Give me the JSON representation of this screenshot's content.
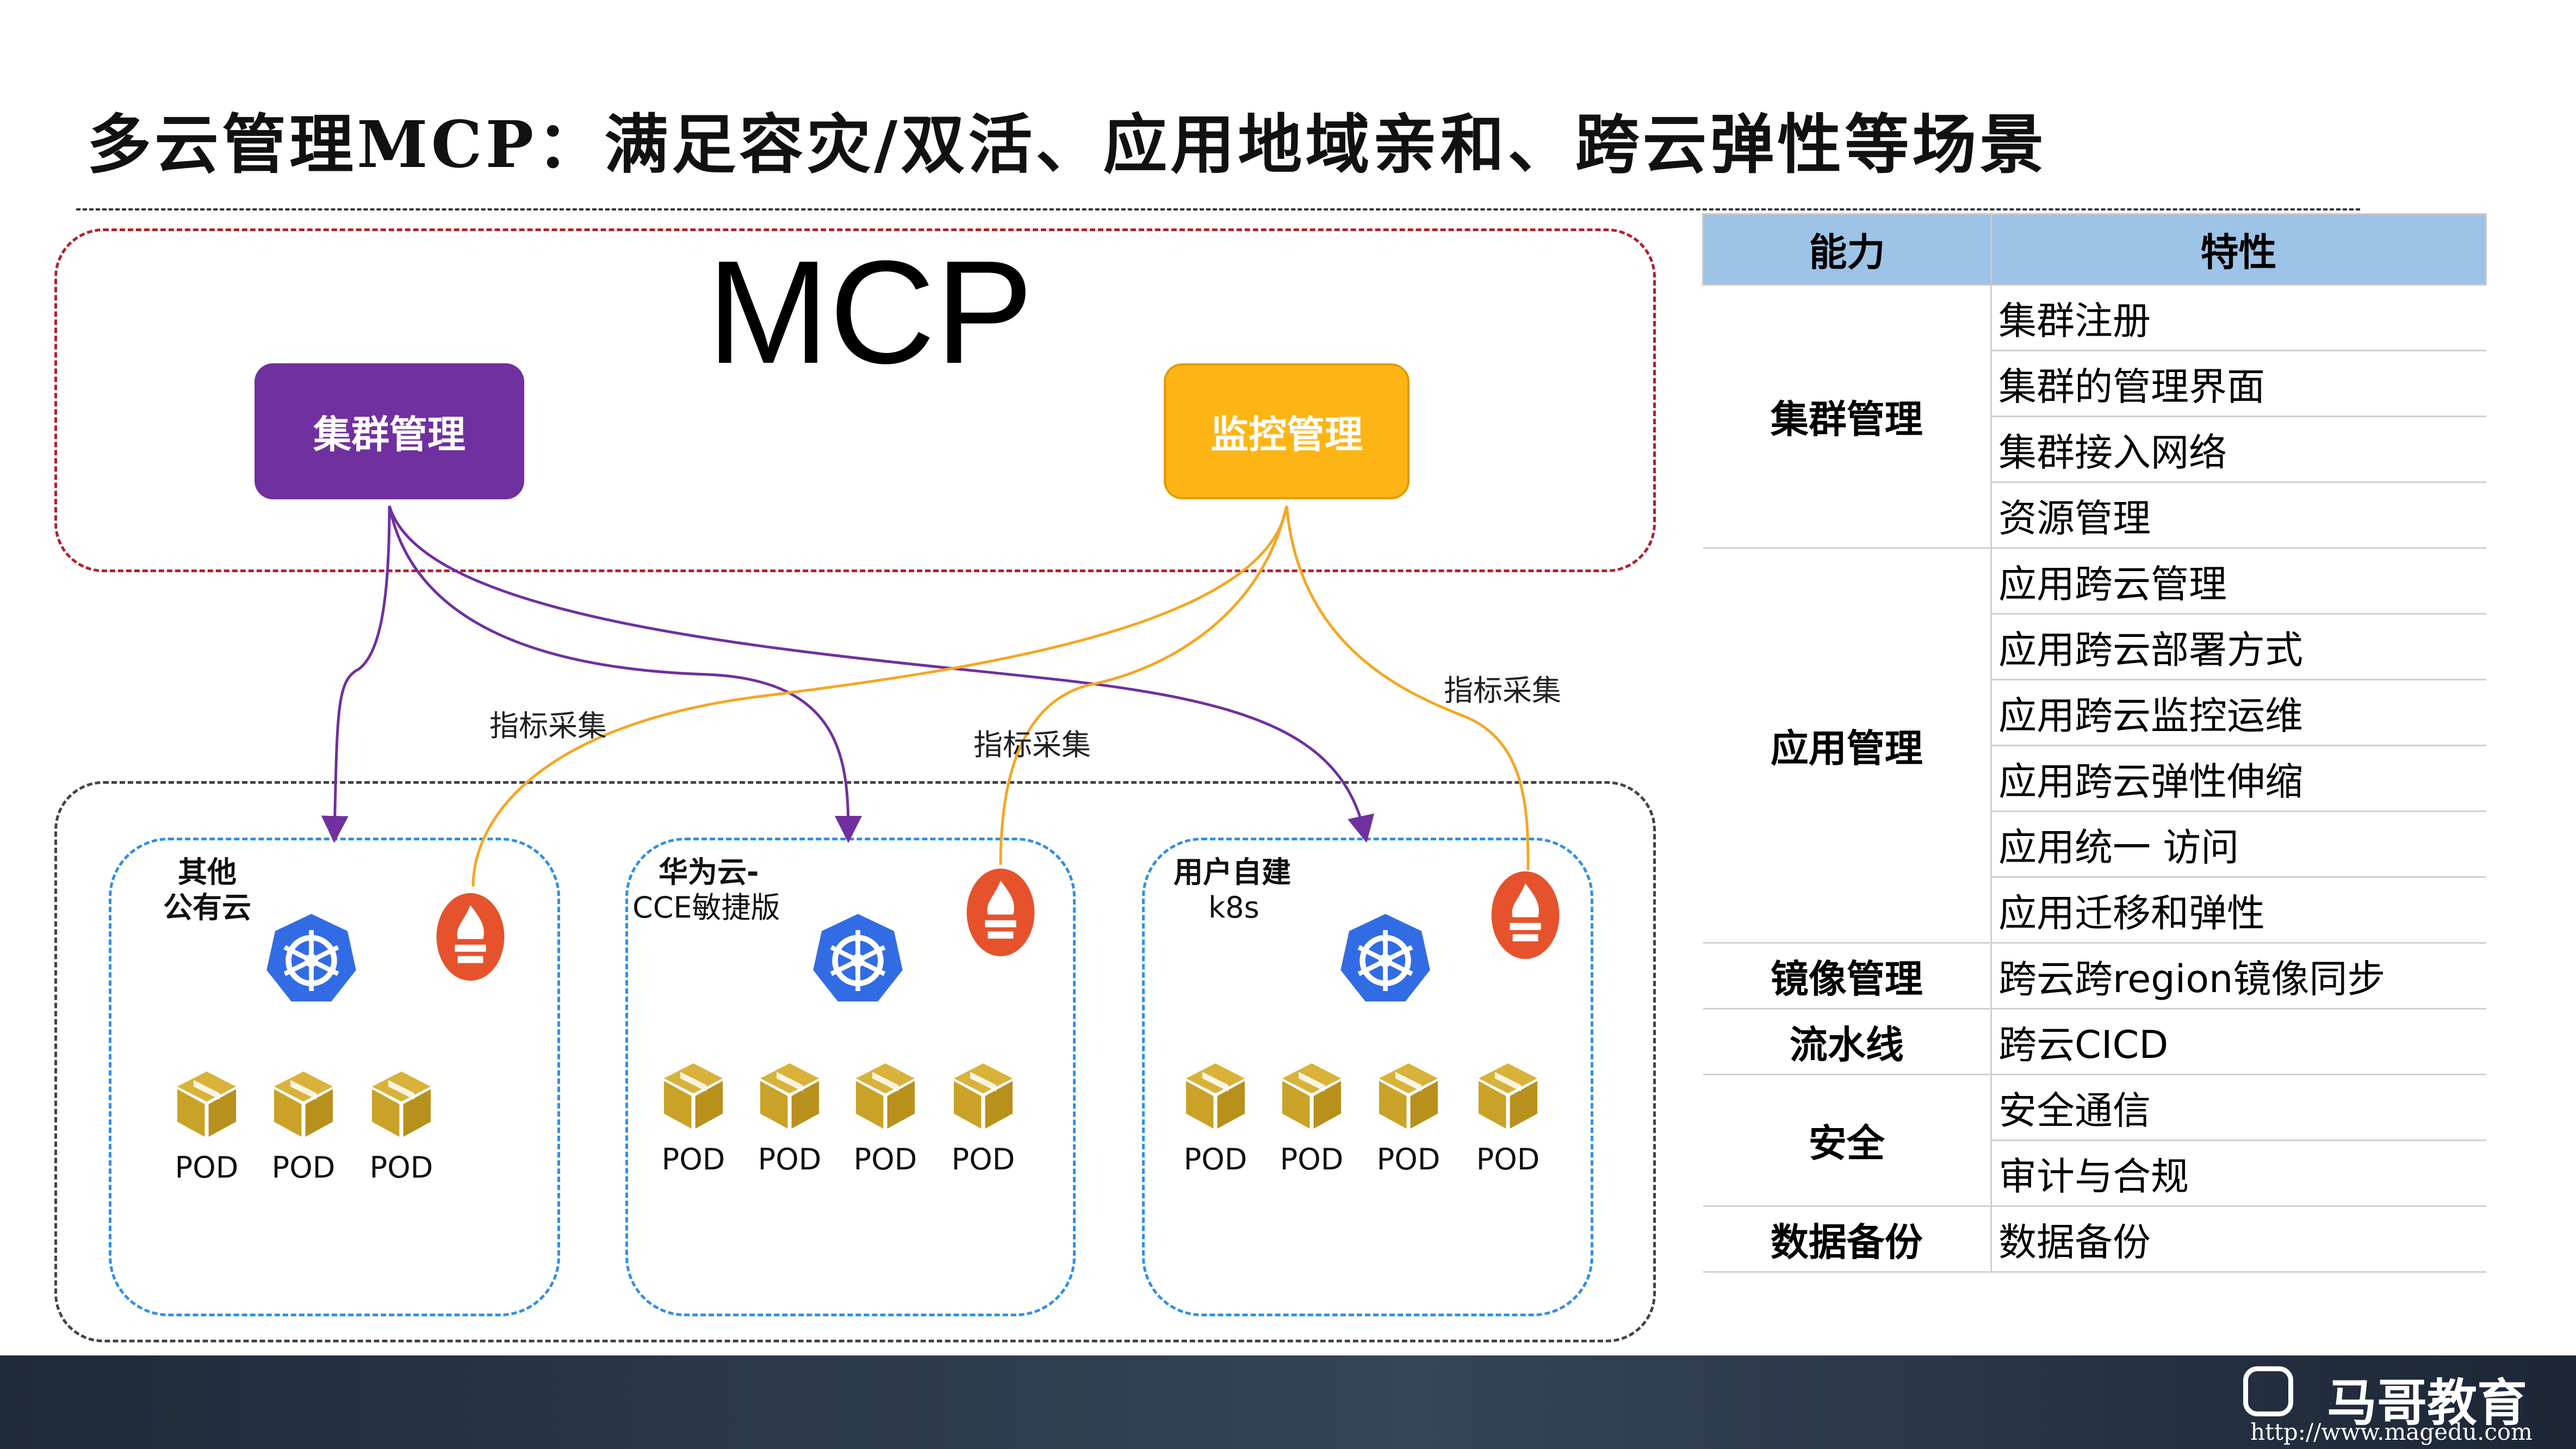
{
  "title": "多云管理MCP：满足容灾/双活、应用地域亲和、跨云弹性等场景",
  "mcp": {
    "label": "MCP",
    "cluster_mgmt": "集群管理",
    "monitor_mgmt": "监控管理"
  },
  "metric_labels": [
    "指标采集",
    "指标采集",
    "指标采集"
  ],
  "clusters": [
    {
      "name_line1": "其他",
      "name_line2": "公有云",
      "pods": [
        "POD",
        "POD",
        "POD"
      ]
    },
    {
      "name_line1": "华为云-",
      "name_line2": "CCE敏捷版",
      "pods": [
        "POD",
        "POD",
        "POD",
        "POD"
      ]
    },
    {
      "name_line1": "用户自建",
      "name_line2": "k8s",
      "pods": [
        "POD",
        "POD",
        "POD",
        "POD"
      ]
    }
  ],
  "table": {
    "headers": [
      "能力",
      "特性"
    ],
    "groups": [
      {
        "category": "集群管理",
        "features": [
          "集群注册",
          "集群的管理界面",
          "集群接入网络",
          "资源管理"
        ]
      },
      {
        "category": "应用管理",
        "features": [
          "应用跨云管理",
          "应用跨云部署方式",
          "应用跨云监控运维",
          "应用跨云弹性伸缩",
          "应用统一 访问",
          "应用迁移和弹性"
        ]
      },
      {
        "category": "镜像管理",
        "features": [
          "跨云跨region镜像同步"
        ]
      },
      {
        "category": "流水线",
        "features": [
          "跨云CICD"
        ]
      },
      {
        "category": "安全",
        "features": [
          "安全通信",
          "审计与合规"
        ]
      },
      {
        "category": "数据备份",
        "features": [
          "数据备份"
        ]
      }
    ]
  },
  "footer": {
    "brand": "马哥教育",
    "url": "http://www.magedu.com"
  },
  "colors": {
    "cluster_box": "#7030a0",
    "monitor_box": "#fdb515",
    "purple_line": "#7030a0",
    "orange_line": "#f5a623",
    "k8s_blue": "#326ce5",
    "prometheus": "#e6522c",
    "pod_gold": "#c9a227",
    "table_header": "#9dc3e6"
  },
  "icons": {
    "k8s": "kubernetes-icon",
    "prometheus": "prometheus-icon",
    "pod": "cube-icon"
  }
}
